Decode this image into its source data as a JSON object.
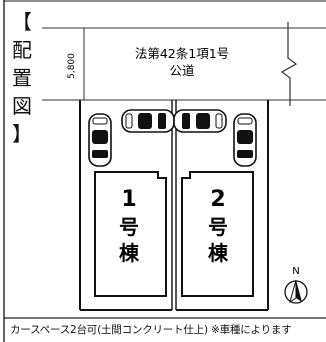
{
  "title": {
    "bracket_open": "【",
    "chars": [
      "配",
      "置",
      "図"
    ],
    "bracket_close": "】"
  },
  "road": {
    "label_line1": "法第42条1項1号",
    "label_line2": "公道",
    "width_dimension": "5,800"
  },
  "lots": [
    {
      "number": "1",
      "chars": [
        "号",
        "棟"
      ]
    },
    {
      "number": "2",
      "chars": [
        "号",
        "棟"
      ]
    }
  ],
  "north_label": "N",
  "caption": "カースペース2台可(土間コンクリート仕上) ※車種によります"
}
